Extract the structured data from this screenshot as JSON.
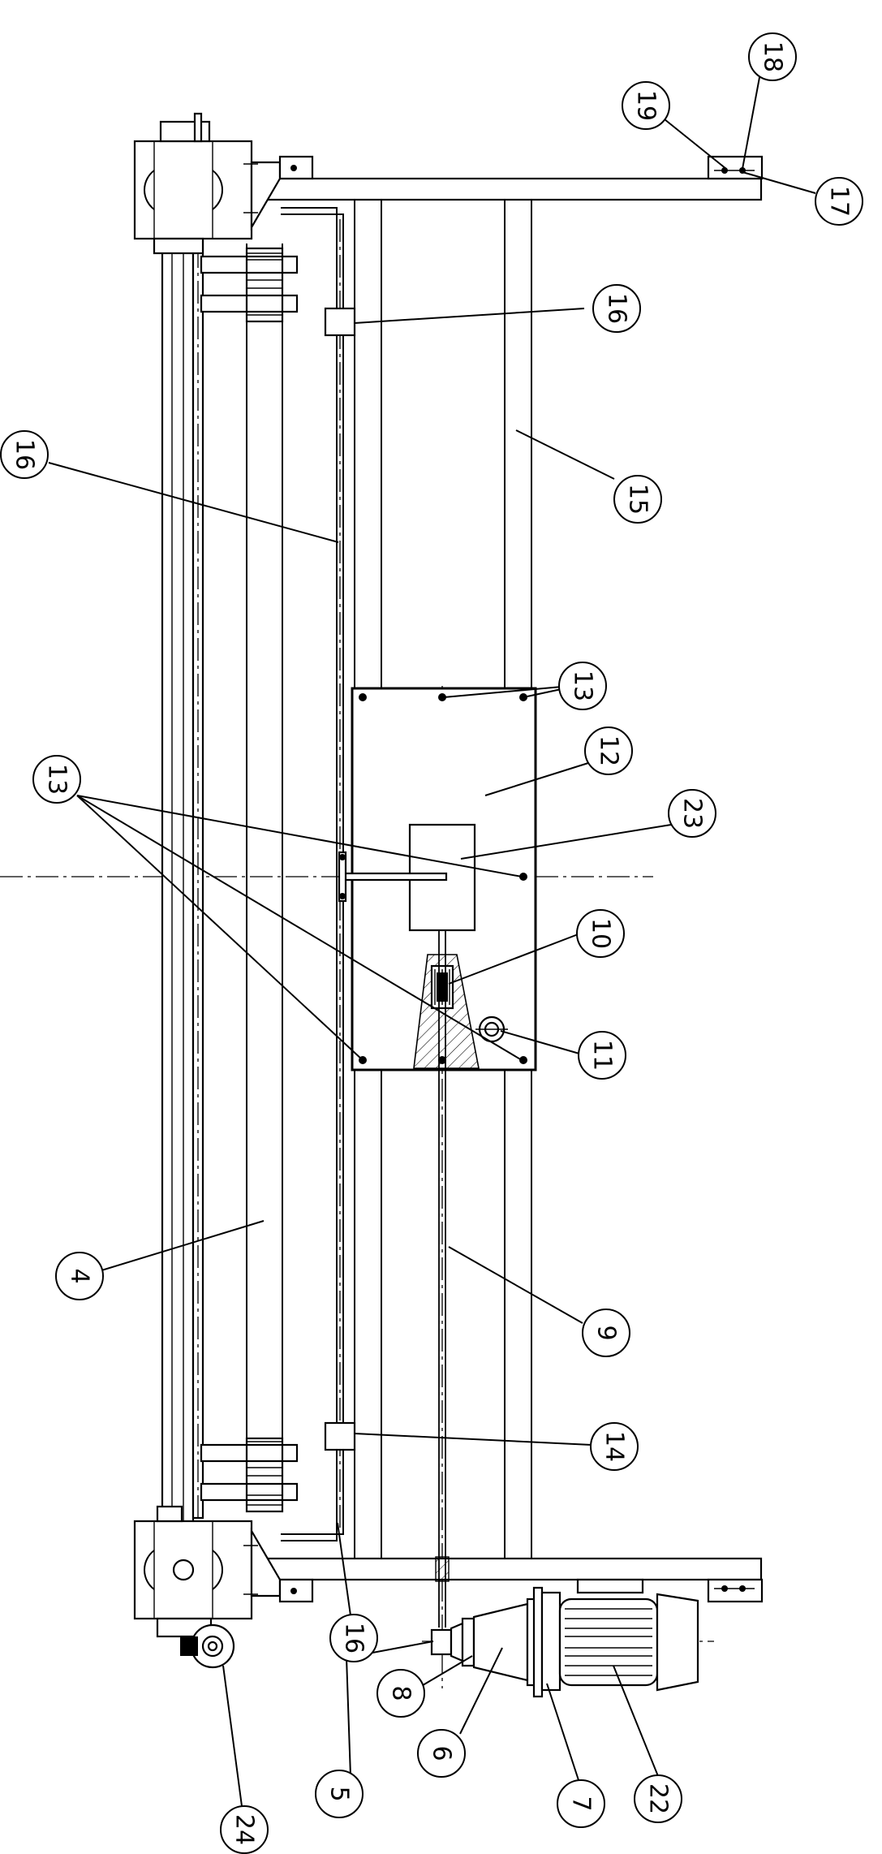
{
  "diagram": {
    "balloons": [
      {
        "id": "b18",
        "label": "18"
      },
      {
        "id": "b19",
        "label": "19"
      },
      {
        "id": "b17",
        "label": "17"
      },
      {
        "id": "b16a",
        "label": "16"
      },
      {
        "id": "b16b",
        "label": "16"
      },
      {
        "id": "b15",
        "label": "15"
      },
      {
        "id": "b13a",
        "label": "13"
      },
      {
        "id": "b12",
        "label": "12"
      },
      {
        "id": "b13b",
        "label": "13"
      },
      {
        "id": "b23",
        "label": "23"
      },
      {
        "id": "b10",
        "label": "10"
      },
      {
        "id": "b11",
        "label": "11"
      },
      {
        "id": "b4",
        "label": "4"
      },
      {
        "id": "b9",
        "label": "9"
      },
      {
        "id": "b14",
        "label": "14"
      },
      {
        "id": "b16c",
        "label": "16"
      },
      {
        "id": "b8",
        "label": "8"
      },
      {
        "id": "b6",
        "label": "6"
      },
      {
        "id": "b5",
        "label": "5"
      },
      {
        "id": "b7",
        "label": "7"
      },
      {
        "id": "b22",
        "label": "22"
      },
      {
        "id": "b24",
        "label": "24"
      }
    ]
  }
}
